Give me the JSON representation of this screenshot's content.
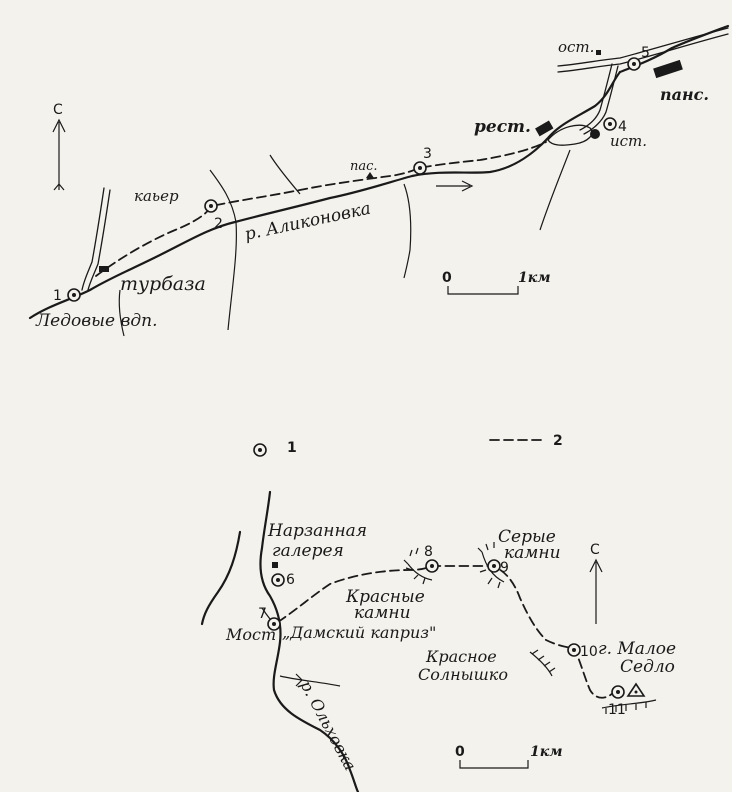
{
  "map1": {
    "places": {
      "kaver": "каьер",
      "river": "р. Аликоновка",
      "turbaza": "турбаза",
      "ledovye": "Ледовые вдп.",
      "pas": "пас.",
      "rest": "рест.",
      "ist": "ист.",
      "ost": "ост.",
      "pans": "панс."
    },
    "markers": [
      "1",
      "2",
      "3",
      "4",
      "5"
    ],
    "scale": {
      "zero": "0",
      "end": "1км"
    },
    "north": "С"
  },
  "legend": {
    "item1": "1",
    "item2": "2"
  },
  "map2": {
    "places": {
      "narzan1": "Нарзанная",
      "narzan2": "галерея",
      "krasnye1": "Красные",
      "krasnye2": "камни",
      "serye1": "Серые",
      "serye2": "камни",
      "most": "Мост",
      "kapriz": "„Дамский каприз\"",
      "solnyshko1": "Красное",
      "solnyshko2": "Солнышко",
      "sedlo1": "г. Малое",
      "sedlo2": "Седло",
      "river": "р. Ольховка"
    },
    "markers": [
      "6",
      "7",
      "8",
      "9",
      "10",
      "11"
    ],
    "scale": {
      "zero": "0",
      "end": "1км"
    },
    "north": "С"
  }
}
